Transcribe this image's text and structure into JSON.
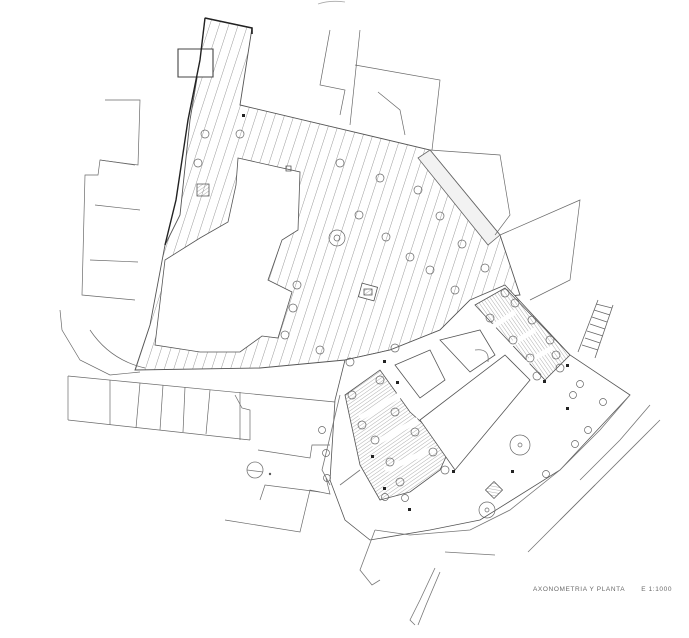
{
  "caption": {
    "title": "AXONOMETRIA Y PLANTA",
    "scale": "E 1:1000"
  },
  "drawing": {
    "type": "architectural site plan",
    "line_color": "#555555",
    "hatch_color": "#777777",
    "background": "#ffffff"
  }
}
